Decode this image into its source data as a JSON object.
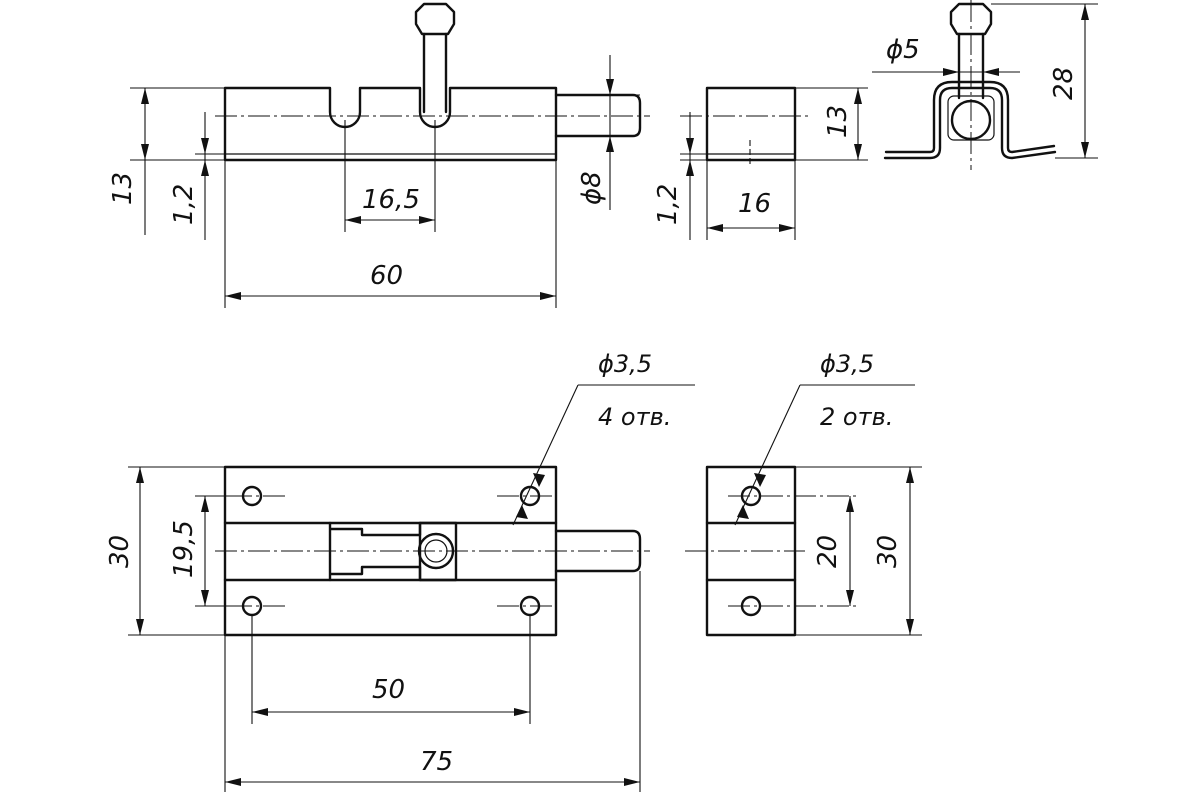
{
  "dimensions": {
    "side_height_13": "13",
    "side_plate_1_2": "1,2",
    "slot_pitch_16_5": "16,5",
    "body_length_60": "60",
    "bolt_dia_8": "ϕ8",
    "keeper_plate_1_2": "1,2",
    "keeper_width_16": "16",
    "keeper_height_13": "13",
    "end_knob_dia_5": "ϕ5",
    "end_height_28": "28",
    "plan_width_30": "30",
    "plan_hole_spacing_19_5": "19,5",
    "plan_hole_pitch_50": "50",
    "plan_total_75": "75",
    "keeper_hole_spacing_20": "20",
    "keeper_width_30": "30"
  },
  "notes": {
    "body_holes_dia": "ϕ3,5",
    "body_holes_count": "4 отв.",
    "keeper_holes_dia": "ϕ3,5",
    "keeper_holes_count": "2 отв."
  }
}
